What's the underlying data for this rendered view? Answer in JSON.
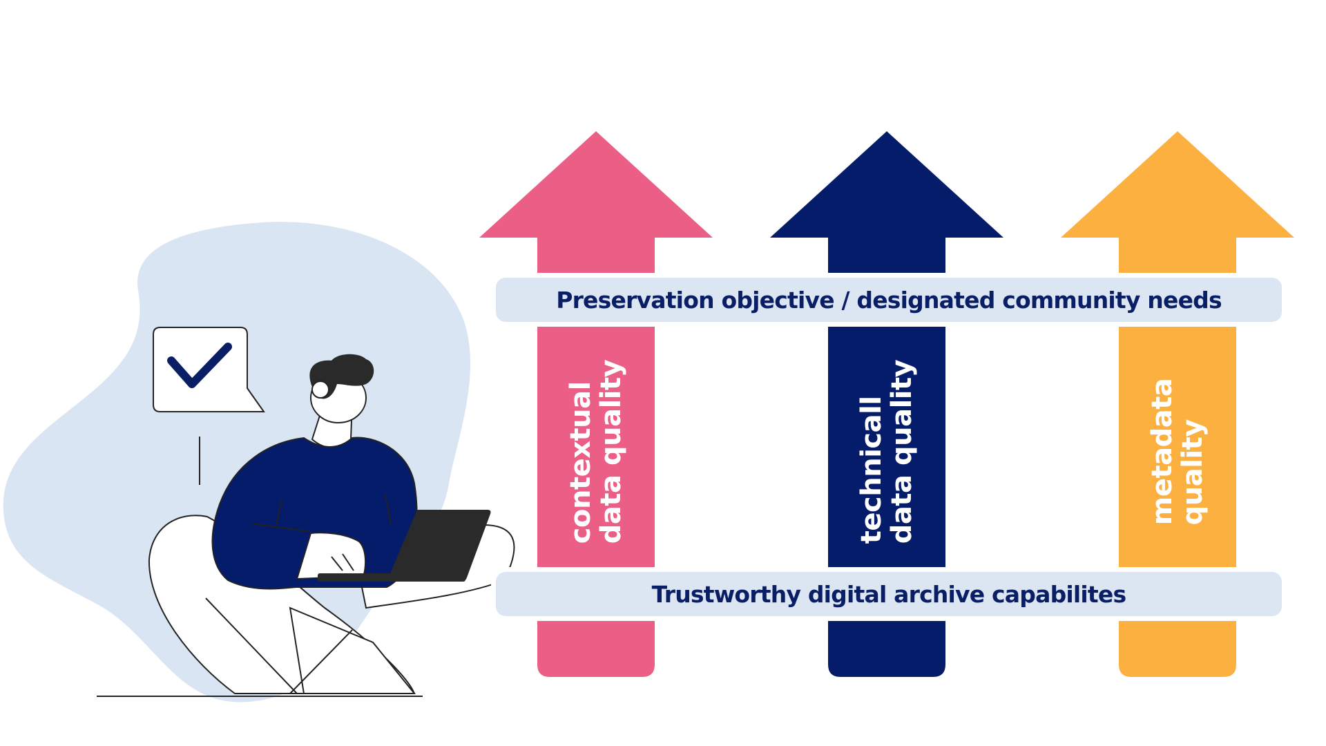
{
  "diagram": {
    "top_band": "Preservation objective / designated community needs",
    "bottom_band": "Trustworthy digital archive capabilites",
    "pillars": [
      {
        "line1": "contextual",
        "line2": "data quality",
        "color": "#EB5F86"
      },
      {
        "line1": "technicall",
        "line2": "data quality",
        "color": "#051C6B"
      },
      {
        "line1": "metadata",
        "line2": "quality",
        "color": "#FBB040"
      }
    ]
  },
  "colors": {
    "band_fill": "#DCE6F3",
    "band_text": "#0A1E66",
    "blob": "#D9E5F3",
    "person_sweater": "#051C6B",
    "hair": "#2A2A2A",
    "laptop": "#2A2A2A",
    "check": "#0A1E66"
  },
  "icons": {
    "speech_bubble": "check-speech-bubble-icon",
    "check": "check-icon"
  }
}
